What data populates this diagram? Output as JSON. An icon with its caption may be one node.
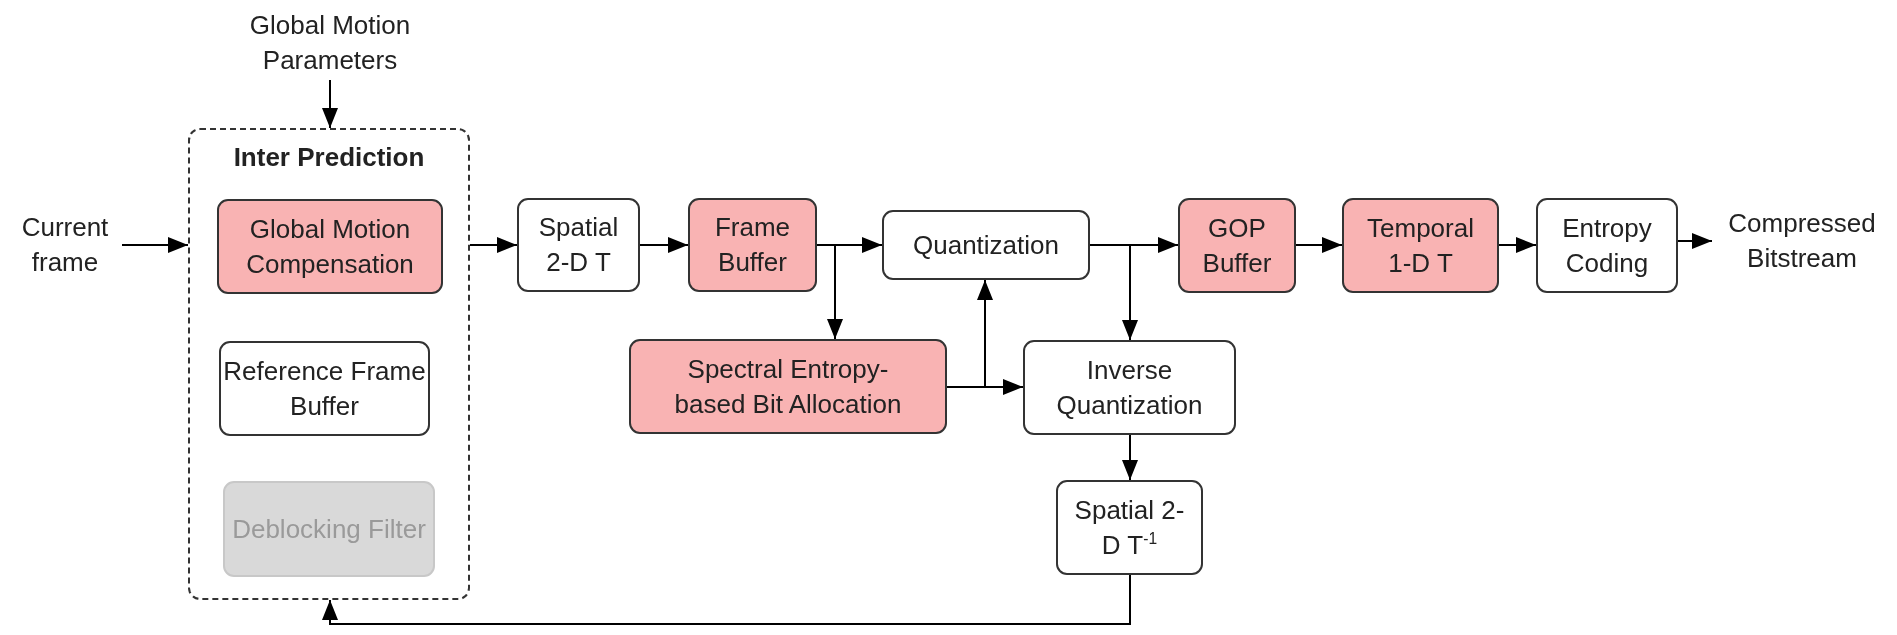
{
  "diagram": {
    "nodes": [
      {
        "text": [
          "Global Motion Parameters"
        ]
      },
      {
        "text": [
          "Current frame"
        ]
      },
      {
        "text": [
          "Inter Prediction"
        ]
      },
      {
        "text": [
          "Global Motion Compensation"
        ],
        "in": 2
      },
      {
        "text": [
          "Reference Frame Buffer"
        ],
        "in": 2
      },
      {
        "text": [
          "Deblocking Filter"
        ],
        "in": 2
      },
      {
        "text": [
          "Spatial 2-D T"
        ]
      },
      {
        "text": [
          "Frame Buffer"
        ]
      },
      {
        "text": [
          "Quantization"
        ]
      },
      {
        "text": [
          "GOP Buffer"
        ]
      },
      {
        "text": [
          "Temporal 1-D T"
        ]
      },
      {
        "text": [
          "Entropy Coding"
        ]
      },
      {
        "text": [
          "Compressed Bitstream"
        ]
      },
      {
        "text": [
          "Spectral Entropy-based Bit Allocation"
        ]
      },
      {
        "text": [
          "Inverse Quantization"
        ]
      },
      {
        "text": [
          "Spatial 2-D T$^{-1}$"
        ]
      }
    ],
    "edges": [
      {
        "from": 0,
        "to": 2,
        "arrow": "to"
      },
      {
        "from": 1,
        "to": 2,
        "arrow": "to"
      },
      {
        "from": 2,
        "to": 6,
        "arrow": "to"
      },
      {
        "from": 6,
        "to": 7,
        "arrow": "to"
      },
      {
        "from": 7,
        "to": 8,
        "arrow": "to"
      },
      {
        "from": 7,
        "to": 13,
        "arrow": "to"
      },
      {
        "from": 13,
        "to": 8,
        "arrow": "to"
      },
      {
        "from": 13,
        "to": 14,
        "arrow": "to"
      },
      {
        "from": 8,
        "to": 9,
        "arrow": "to"
      },
      {
        "from": 8,
        "to": 14,
        "arrow": "to"
      },
      {
        "from": 9,
        "to": 10,
        "arrow": "to"
      },
      {
        "from": 10,
        "to": 11,
        "arrow": "to"
      },
      {
        "from": 11,
        "to": 12,
        "arrow": "to"
      },
      {
        "from": 14,
        "to": 15,
        "arrow": "to"
      },
      {
        "from": 15,
        "to": 2,
        "arrow": "to"
      }
    ]
  }
}
